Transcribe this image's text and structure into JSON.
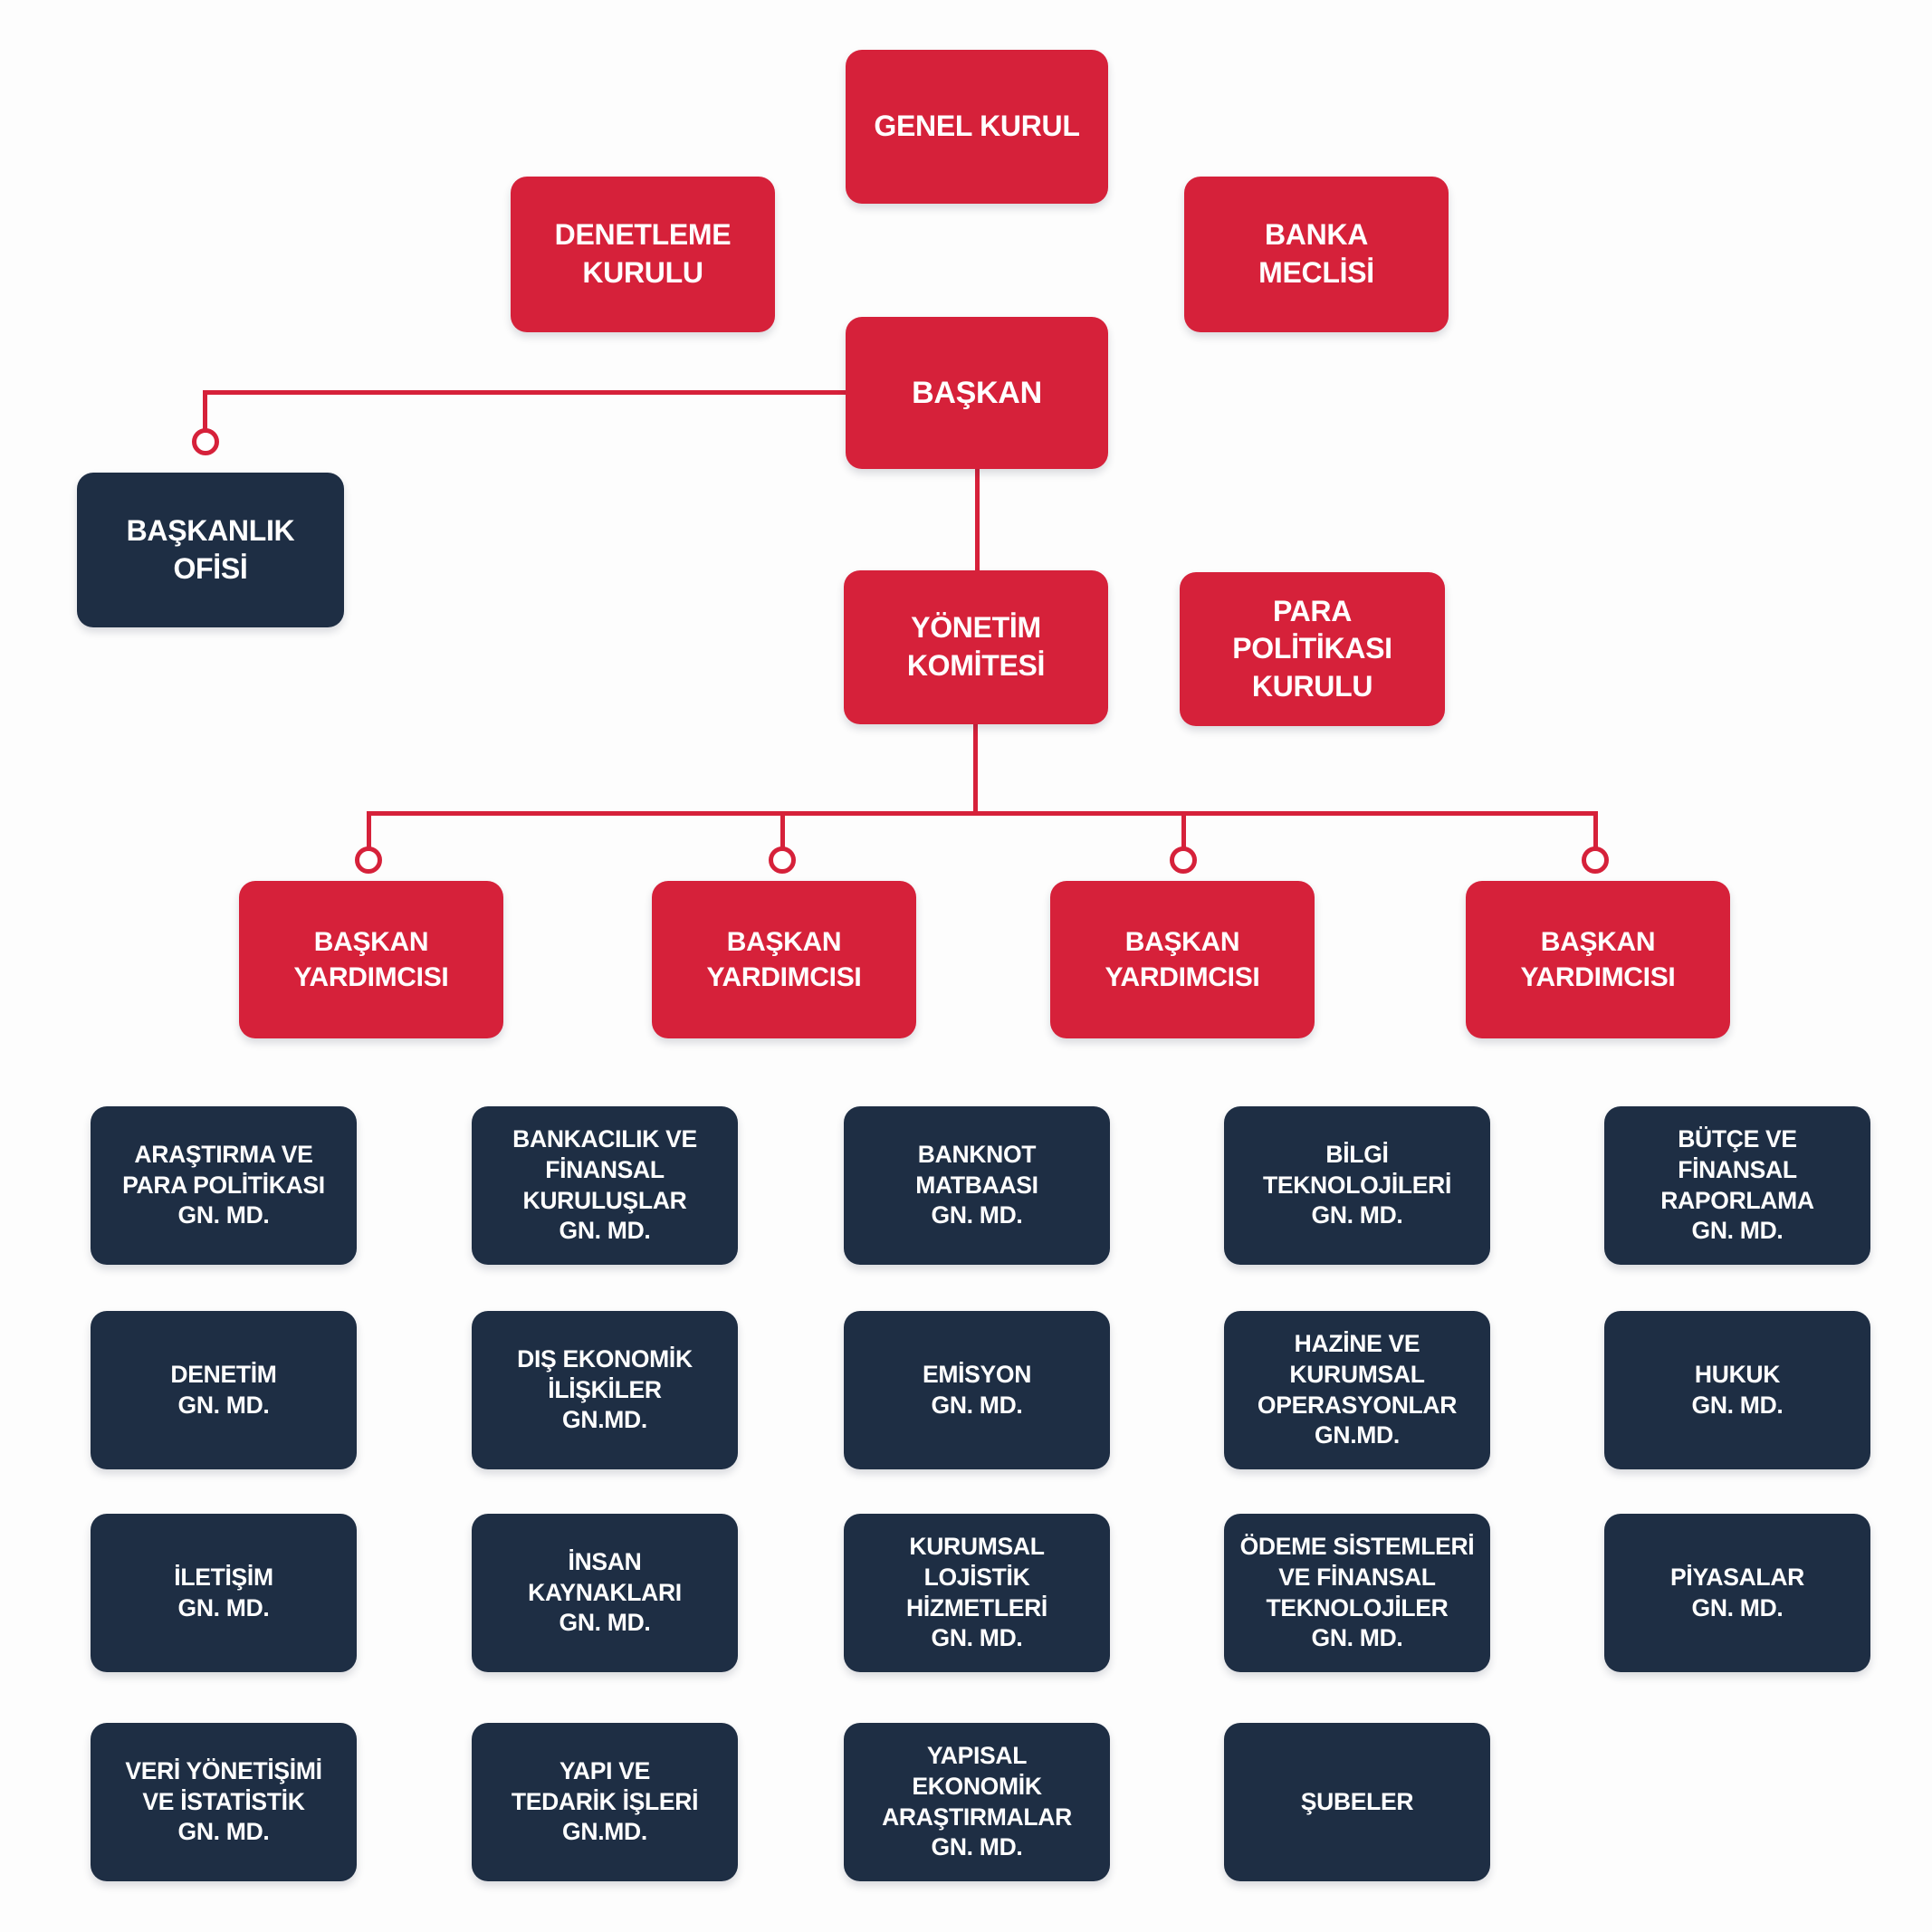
{
  "palette": {
    "red": "#d6213a",
    "navy": "#1e2e44",
    "background": "#fdfdfd",
    "text_on_box": "#ffffff",
    "connector": "#d6213a"
  },
  "org_chart": {
    "nodes": {
      "genel_kurul": "GENEL KURUL",
      "denetleme_kurulu": "DENETLEME\nKURULU",
      "banka_meclisi": "BANKA\nMECLİSİ",
      "baskan": "BAŞKAN",
      "baskanlik_ofisi": "BAŞKANLIK\nOFİSİ",
      "yonetim_komitesi": "YÖNETİM\nKOMİTESİ",
      "para_politikasi_kurulu": "PARA\nPOLİTİKASI\nKURULU",
      "baskan_yardimcisi": "BAŞKAN\nYARDIMCISI"
    },
    "deputy_count": 4,
    "general_directorates": [
      {
        "row": 1,
        "col": 1,
        "label": "ARAŞTIRMA VE\nPARA POLİTİKASI\nGN. MD."
      },
      {
        "row": 1,
        "col": 2,
        "label": "BANKACILIK VE\nFİNANSAL\nKURULUŞLAR\nGN. MD."
      },
      {
        "row": 1,
        "col": 3,
        "label": "BANKNOT\nMATBAASI\nGN. MD."
      },
      {
        "row": 1,
        "col": 4,
        "label": "BİLGİ\nTEKNOLOJİLERİ\nGN. MD."
      },
      {
        "row": 1,
        "col": 5,
        "label": "BÜTÇE VE\nFİNANSAL\nRAPORLAMA\nGN. MD."
      },
      {
        "row": 2,
        "col": 1,
        "label": "DENETİM\nGN. MD."
      },
      {
        "row": 2,
        "col": 2,
        "label": "DIŞ EKONOMİK\nİLİŞKİLER\nGN.MD."
      },
      {
        "row": 2,
        "col": 3,
        "label": "EMİSYON\nGN. MD."
      },
      {
        "row": 2,
        "col": 4,
        "label": "HAZİNE VE\nKURUMSAL\nOPERASYONLAR\nGN.MD."
      },
      {
        "row": 2,
        "col": 5,
        "label": "HUKUK\nGN. MD."
      },
      {
        "row": 3,
        "col": 1,
        "label": "İLETİŞİM\nGN. MD."
      },
      {
        "row": 3,
        "col": 2,
        "label": "İNSAN\nKAYNAKLARI\nGN. MD."
      },
      {
        "row": 3,
        "col": 3,
        "label": "KURUMSAL\nLOJİSTİK\nHİZMETLERİ\nGN. MD."
      },
      {
        "row": 3,
        "col": 4,
        "label": "ÖDEME SİSTEMLERİ\nVE FİNANSAL\nTEKNOLOJİLER\nGN. MD."
      },
      {
        "row": 3,
        "col": 5,
        "label": "PİYASALAR\nGN. MD."
      },
      {
        "row": 4,
        "col": 1,
        "label": "VERİ YÖNETİŞİMİ\nVE İSTATİSTİK\nGN. MD."
      },
      {
        "row": 4,
        "col": 2,
        "label": "YAPI VE\nTEDARİK İŞLERİ\nGN.MD."
      },
      {
        "row": 4,
        "col": 3,
        "label": "YAPISAL\nEKONOMİK\nARAŞTIRMALAR\nGN. MD."
      },
      {
        "row": 4,
        "col": 4,
        "label": "ŞUBELER"
      }
    ]
  }
}
